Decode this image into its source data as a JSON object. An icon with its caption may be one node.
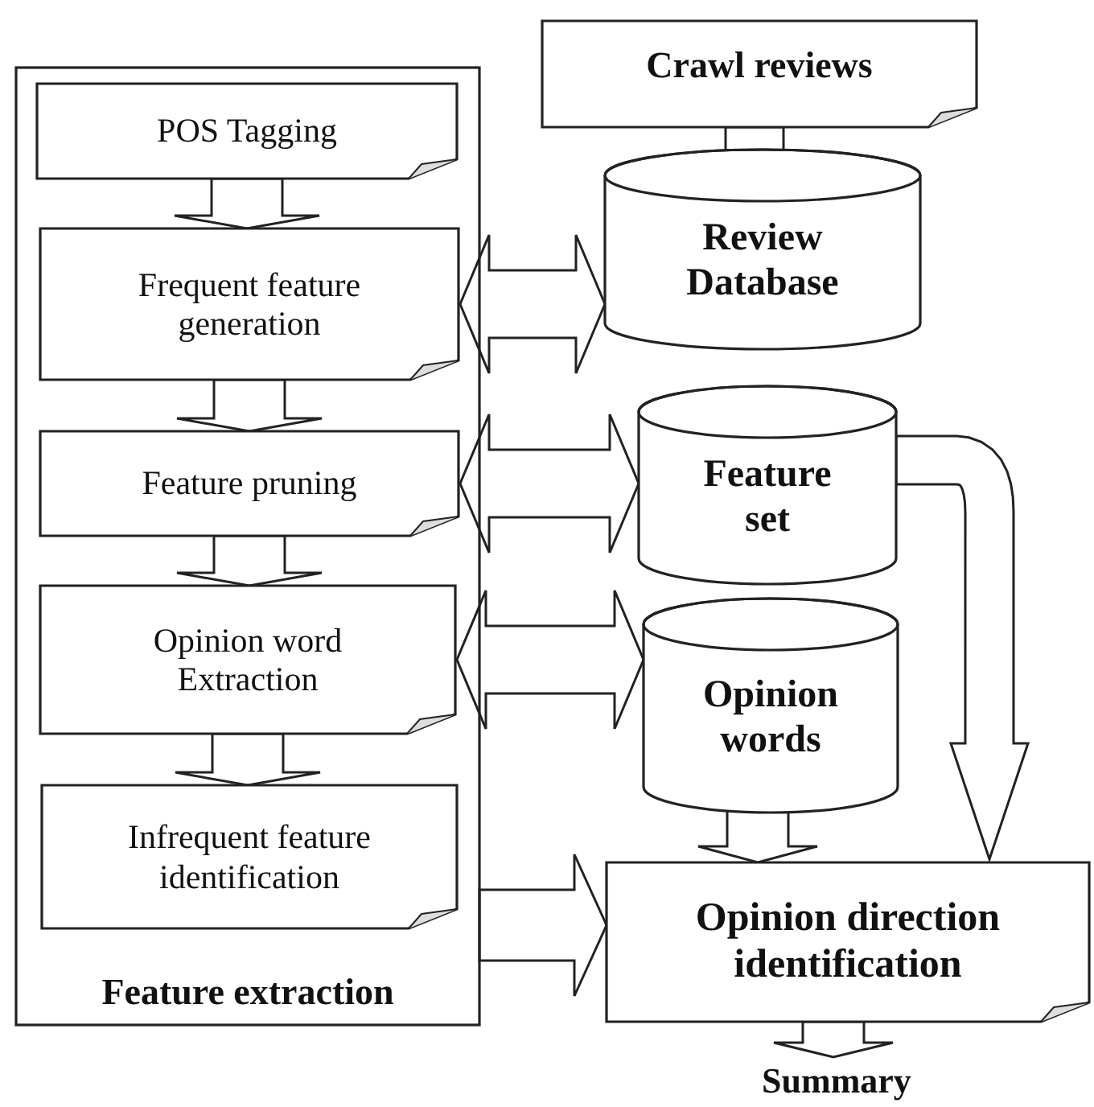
{
  "diagram": {
    "nodes": [
      {
        "text": [
          "Feature extraction"
        ]
      },
      {
        "text": [
          "POS Tagging"
        ],
        "in": 0
      },
      {
        "text": [
          "Frequent feature generation"
        ],
        "in": 0
      },
      {
        "text": [
          "Feature pruning"
        ],
        "in": 0
      },
      {
        "text": [
          "Opinion word Extraction"
        ],
        "in": 0
      },
      {
        "text": [
          "Infrequent feature identification"
        ],
        "in": 0
      },
      {
        "text": [
          "Crawl reviews"
        ]
      },
      {
        "text": [
          "Review Database"
        ]
      },
      {
        "text": [
          "Feature set"
        ]
      },
      {
        "text": [
          "Opinion words"
        ]
      },
      {
        "text": [
          "Opinion direction identification"
        ]
      },
      {
        "text": [
          "Summary"
        ]
      }
    ],
    "edges": [
      {
        "from": 1,
        "to": 2,
        "arrow": "to"
      },
      {
        "from": 2,
        "to": 3,
        "arrow": "to"
      },
      {
        "from": 3,
        "to": 4,
        "arrow": "to"
      },
      {
        "from": 4,
        "to": 5,
        "arrow": "to"
      },
      {
        "from": 6,
        "to": 7,
        "arrow": "to"
      },
      {
        "from": 2,
        "to": 7,
        "arrow": "both"
      },
      {
        "from": 3,
        "to": 8,
        "arrow": "both"
      },
      {
        "from": 4,
        "to": 9,
        "arrow": "both"
      },
      {
        "from": 8,
        "to": 10,
        "arrow": "to"
      },
      {
        "from": 9,
        "to": 10,
        "arrow": "to"
      },
      {
        "from": 0,
        "to": 10,
        "arrow": "to"
      },
      {
        "from": 10,
        "to": 11,
        "arrow": "to"
      }
    ]
  }
}
